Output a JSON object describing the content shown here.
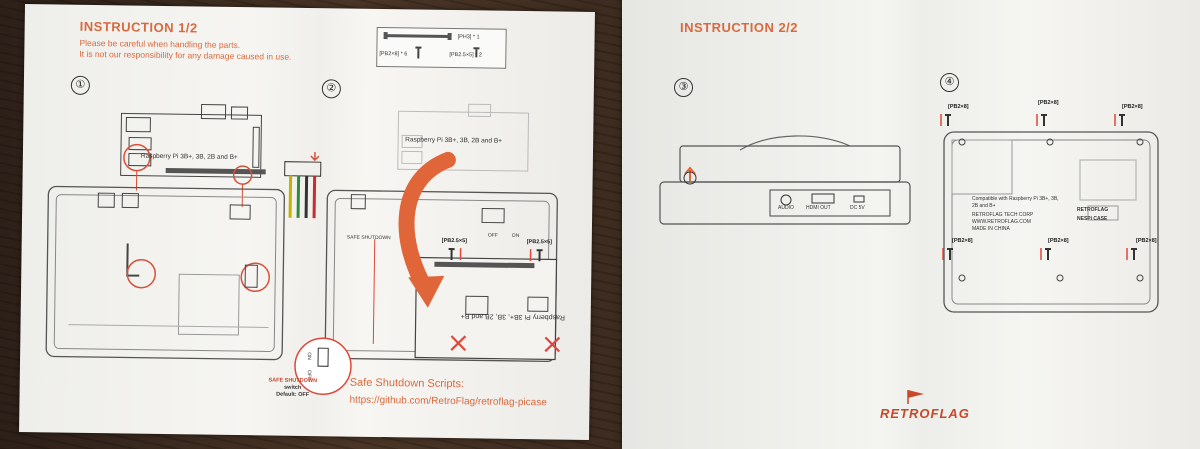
{
  "sheet1": {
    "title": "INSTRUCTION 1/2",
    "warning_line1": "Please be careful when handling the parts.",
    "warning_line2": "It is not our responsibility for any damage caused in use.",
    "step1": "①",
    "step2": "②",
    "parts": {
      "ph3": "[PH3] * 1",
      "pb2x8": "[PB2×8] * 6",
      "pb25x5": "[PB2.5×5] * 2"
    },
    "pi_label": "Raspberry Pi 3B+, 3B, 2B and B+",
    "pi_label_rotated": "Raspberry Pi 3B+, 3B, 2B and B+",
    "screw_tag_left": "[PB2.5×5]",
    "screw_tag_right": "[PB2.5×5]",
    "safe_shutdown_small": "SAFE SHUTDOWN",
    "off_label": "OFF",
    "on_label": "ON",
    "switch_label_line1": "SAFE SHUTDOWN",
    "switch_label_line2": "switch",
    "switch_label_line3": "Default: OFF",
    "switch_on": "ON",
    "switch_off": "OFF",
    "scripts_title": "Safe Shutdown Scripts:",
    "scripts_url": "https://github.com/RetroFlag/retroflag-picase"
  },
  "sheet2": {
    "title": "INSTRUCTION 2/2",
    "step3": "③",
    "step4": "④",
    "port_audio": "AUDIO",
    "port_hdmi": "HDMI OUT",
    "port_dc": "DC 5V",
    "screw_tags": [
      "[PB2×8]",
      "[PB2×8]",
      "[PB2×8]",
      "[PB2×8]",
      "[PB2×8]",
      "[PB2×8]"
    ],
    "compat_line1": "Compatible with Raspberry Pi 3B+, 3B,",
    "compat_line2": "2B and B+",
    "company_line1": "RETROFLAG TECH CORP",
    "company_line2": "WWW.RETROFLAG.COM",
    "company_line3": "MADE IN CHINA",
    "case_brand": "RETROFLAG",
    "case_name": "NESPi CASE",
    "logo": "RETROFLAG"
  },
  "colors": {
    "accent": "#d96a3f",
    "paper": "#f3f2ef",
    "arrow": "#e0663a",
    "cross": "#e0473a"
  }
}
